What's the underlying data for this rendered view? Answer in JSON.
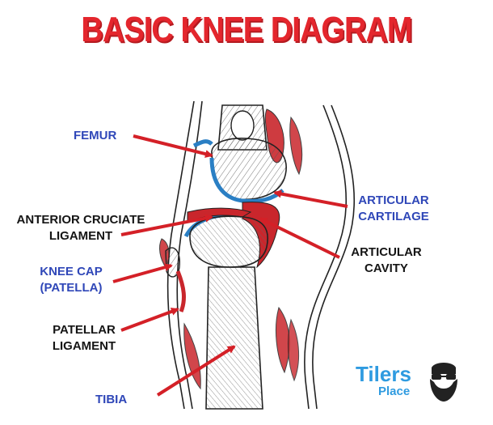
{
  "title": "BASIC KNEE DIAGRAM",
  "labels": {
    "femur": "FEMUR",
    "articular_cartilage_1": "ARTICULAR",
    "articular_cartilage_2": "CARTILAGE",
    "acl_1": "ANTERIOR CRUCIATE",
    "acl_2": "LIGAMENT",
    "articular_cavity_1": "ARTICULAR",
    "articular_cavity_2": "CAVITY",
    "knee_cap_1": "KNEE CAP",
    "knee_cap_2": "(PATELLA)",
    "patellar_ligament_1": "PATELLAR",
    "patellar_ligament_2": "LIGAMENT",
    "tibia": "TIBIA"
  },
  "logo": {
    "name": "Tilers",
    "sub": "Place"
  },
  "colors": {
    "title": "#e4262d",
    "blue_label": "#2f47b8",
    "black_label": "#151515",
    "arrow": "#d42027",
    "cartilage": "#2a7fc4",
    "muscle": "#c9262c"
  }
}
